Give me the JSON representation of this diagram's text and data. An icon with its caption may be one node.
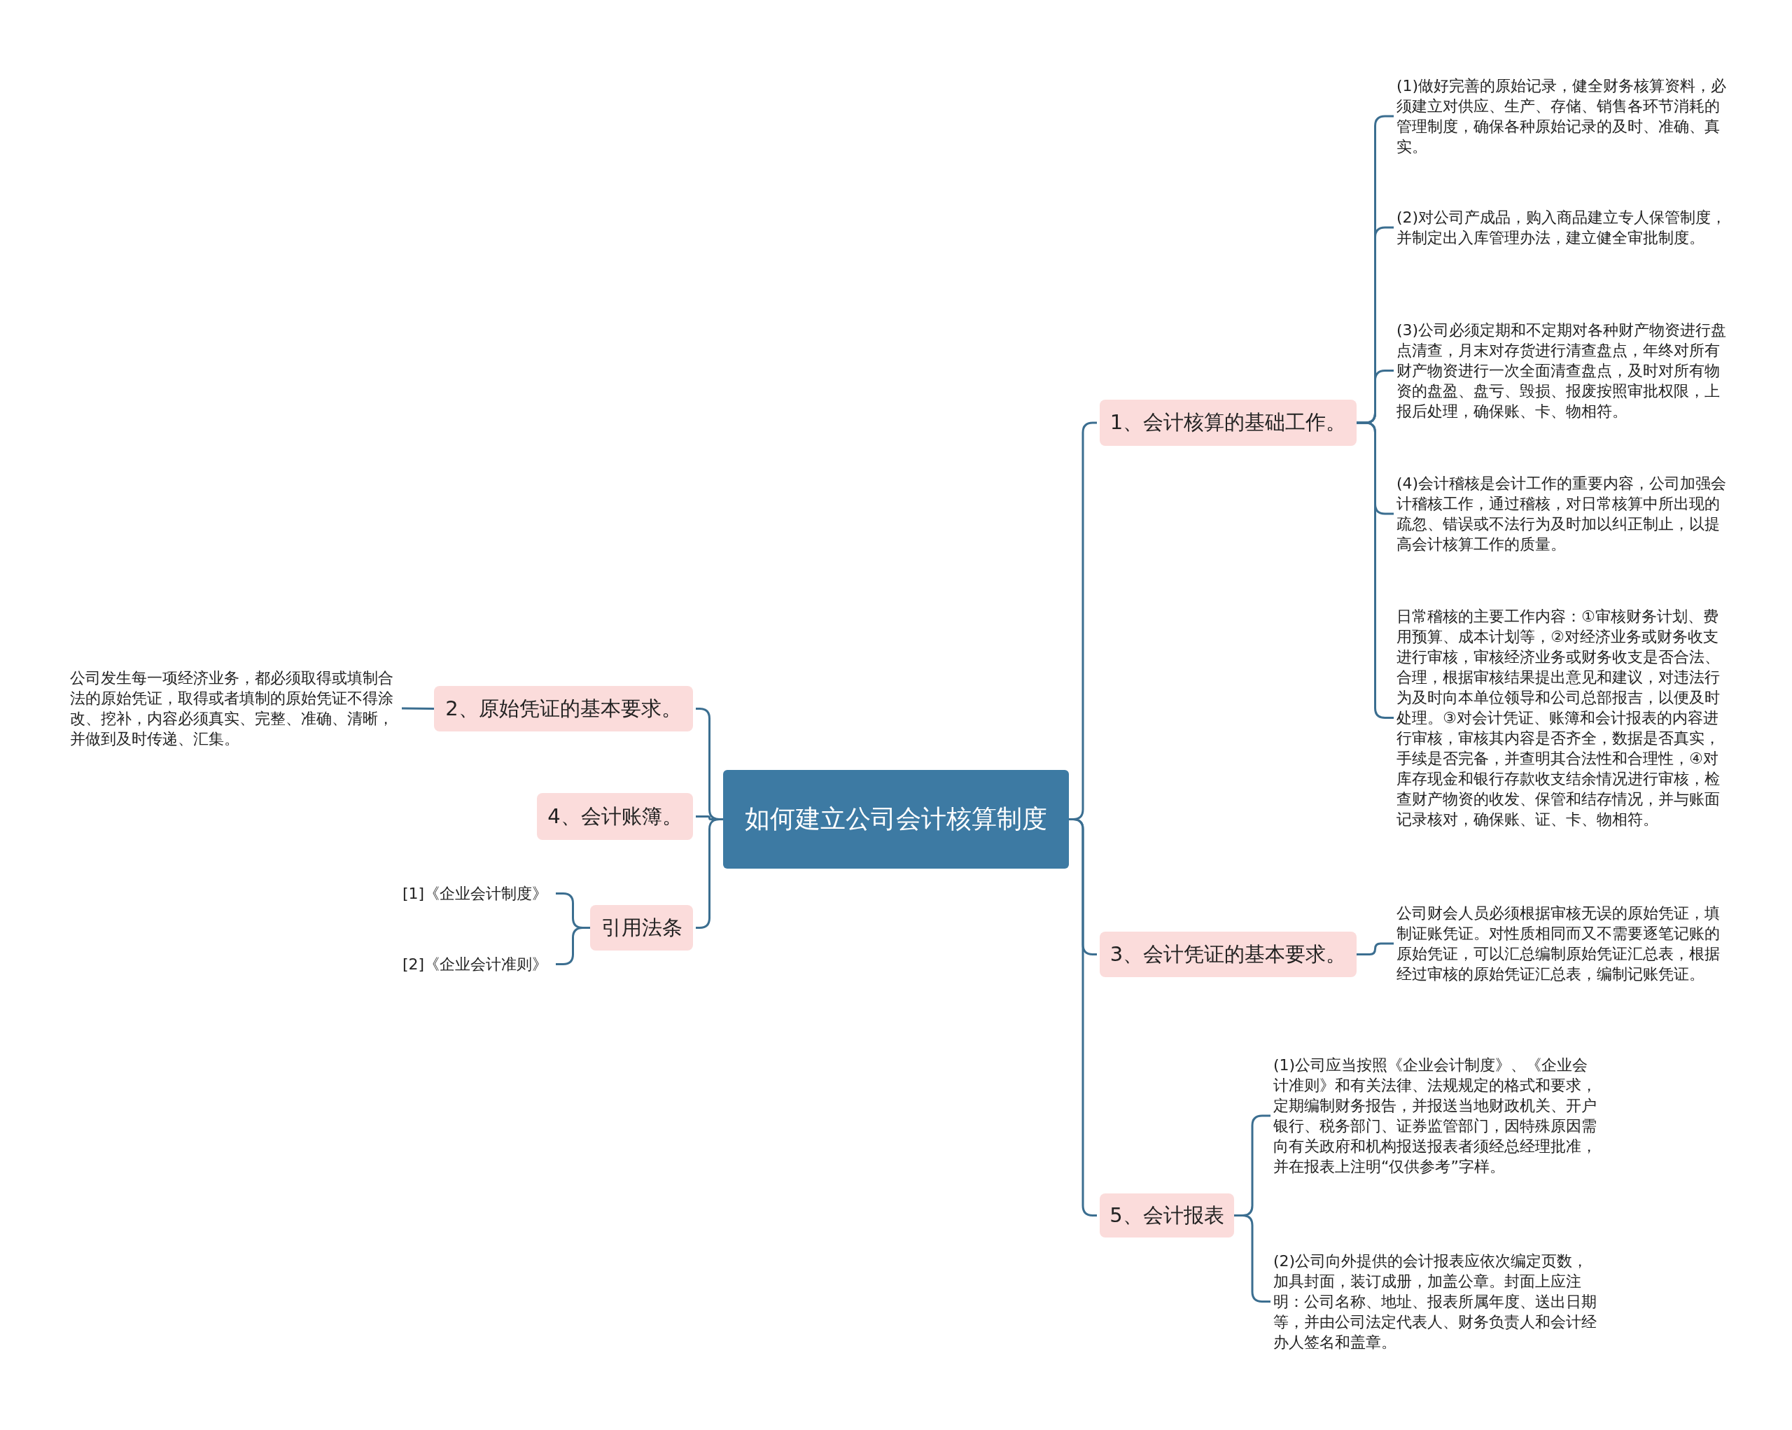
{
  "diagram": {
    "nodes": [
      {
        "text": [
          "如何建立公司会计核算制度"
        ]
      },
      {
        "text": [
          "1、会计核算的基础工作。"
        ]
      },
      {
        "text": [
          "(1)做好完善的原始记录，健全财务核算资料，必须建立对供应、生产、存储、销售各环节消耗的管理制度，确保各种原始记录的及时、准确、真实。"
        ]
      },
      {
        "text": [
          "(2)对公司产成品，购入商品建立专人保管制度，并制定出入库管理办法，建立健全审批制度。"
        ]
      },
      {
        "text": [
          "(3)公司必须定期和不定期对各种财产物资进行盘点清查，月末对存货进行清查盘点，年终对所有财产物资进行一次全面清查盘点，及时对所有物资的盘盈、盘亏、毁损、报废按照审批权限，上报后处理，确保账、卡、物相符。"
        ]
      },
      {
        "text": [
          "(4)会计稽核是会计工作的重要内容，公司加强会计稽核工作，通过稽核，对日常核算中所出现的疏忽、错误或不法行为及时加以纠正制止，以提高会计核算工作的质量。"
        ]
      },
      {
        "text": [
          "日常稽核的主要工作内容：①审核财务计划、费用预算、成本计划等，②对经济业务或财务收支进行审核，审核经济业务或财务收支是否合法、合理，根据审核结果提出意见和建议，对违法行为及时向本单位领导和公司总部报吉，以便及时处理。③对会计凭证、账簿和会计报表的内容进行审核，审核其内容是否齐全，数据是否真实，手续是否完备，并查明其合法性和合理性，④对库存现金和银行存款收支结余情况进行审核，检查财产物资的收发、保管和结存情况，并与账面记录核对，确保账、证、卡、物相符。"
        ]
      },
      {
        "text": [
          "2、原始凭证的基本要求。"
        ]
      },
      {
        "text": [
          "公司发生每一项经济业务，都必须取得或填制合法的原始凭证，取得或者填制的原始凭证不得涂改、挖补，内容必须真实、完整、准确、清晰，并做到及时传递、汇集。"
        ]
      },
      {
        "text": [
          "3、会计凭证的基本要求。"
        ]
      },
      {
        "text": [
          "公司财会人员必须根据审核无误的原始凭证，填制证账凭证。对性质相同而又不需要逐笔记账的原始凭证，可以汇总编制原始凭证汇总表，根据经过审核的原始凭证汇总表，编制记账凭证。"
        ]
      },
      {
        "text": [
          "4、会计账簿。"
        ]
      },
      {
        "text": [
          "5、会计报表"
        ]
      },
      {
        "text": [
          "(1)公司应当按照《企业会计制度》、《企业会计准则》和有关法律、法规规定的格式和要求，定期编制财务报告，并报送当地财政机关、开户银行、税务部门、证券监管部门，因特殊原因需向有关政府和机构报送报表者须经总经理批准，并在报表上注明“仅供参考”字样。"
        ]
      },
      {
        "text": [
          "(2)公司向外提供的会计报表应依次编定页数，加具封面，装订成册，加盖公章。封面上应注明：公司名称、地址、报表所属年度、送出日期等，并由公司法定代表人、财务负责人和会计经办人签名和盖章。"
        ]
      },
      {
        "text": [
          "引用法条"
        ]
      },
      {
        "text": [
          "[1]《企业会计制度》"
        ]
      },
      {
        "text": [
          "[2]《企业会计准则》"
        ]
      }
    ],
    "edges": [
      {
        "from": 0,
        "to": 1,
        "arrow": "none"
      },
      {
        "from": 1,
        "to": 2,
        "arrow": "none"
      },
      {
        "from": 1,
        "to": 3,
        "arrow": "none"
      },
      {
        "from": 1,
        "to": 4,
        "arrow": "none"
      },
      {
        "from": 1,
        "to": 5,
        "arrow": "none"
      },
      {
        "from": 1,
        "to": 6,
        "arrow": "none"
      },
      {
        "from": 0,
        "to": 7,
        "arrow": "none"
      },
      {
        "from": 7,
        "to": 8,
        "arrow": "none"
      },
      {
        "from": 0,
        "to": 9,
        "arrow": "none"
      },
      {
        "from": 9,
        "to": 10,
        "arrow": "none"
      },
      {
        "from": 0,
        "to": 11,
        "arrow": "none"
      },
      {
        "from": 0,
        "to": 12,
        "arrow": "none"
      },
      {
        "from": 12,
        "to": 13,
        "arrow": "none"
      },
      {
        "from": 12,
        "to": 14,
        "arrow": "none"
      },
      {
        "from": 0,
        "to": 15,
        "arrow": "none"
      },
      {
        "from": 15,
        "to": 16,
        "arrow": "none"
      },
      {
        "from": 15,
        "to": 17,
        "arrow": "none"
      }
    ]
  }
}
